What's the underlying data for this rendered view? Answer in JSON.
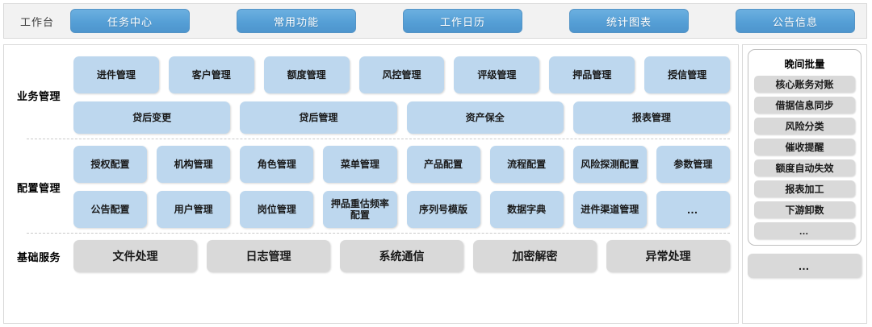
{
  "topbar": {
    "workbench_label": "工作台",
    "tabs": [
      {
        "label": "任务中心"
      },
      {
        "label": "常用功能"
      },
      {
        "label": "工作日历"
      },
      {
        "label": "统计图表"
      },
      {
        "label": "公告信息"
      }
    ],
    "background": "#f2f2f2",
    "tab_color": "#559fd6"
  },
  "sections": [
    {
      "label": "业务管理",
      "rows": [
        {
          "tiles": [
            {
              "label": "进件管理"
            },
            {
              "label": "客户管理"
            },
            {
              "label": "额度管理"
            },
            {
              "label": "风控管理"
            },
            {
              "label": "评级管理"
            },
            {
              "label": "押品管理"
            },
            {
              "label": "授信管理"
            }
          ]
        },
        {
          "tiles": [
            {
              "label": "贷后变更"
            },
            {
              "label": "贷后管理"
            },
            {
              "label": "资产保全"
            },
            {
              "label": "报表管理"
            }
          ]
        }
      ]
    },
    {
      "label": "配置管理",
      "rows": [
        {
          "tiles": [
            {
              "label": "授权配置"
            },
            {
              "label": "机构管理"
            },
            {
              "label": "角色管理"
            },
            {
              "label": "菜单管理"
            },
            {
              "label": "产品配置"
            },
            {
              "label": "流程配置"
            },
            {
              "label": "风险探测配置"
            },
            {
              "label": "参数管理"
            }
          ]
        },
        {
          "tiles": [
            {
              "label": "公告配置"
            },
            {
              "label": "用户管理"
            },
            {
              "label": "岗位管理"
            },
            {
              "label": "押品重估频率配置"
            },
            {
              "label": "序列号模版"
            },
            {
              "label": "数据字典"
            },
            {
              "label": "进件渠道管理"
            },
            {
              "label": "…"
            }
          ]
        }
      ]
    },
    {
      "label": "基础服务",
      "rows": [
        {
          "tiles": [
            {
              "label": "文件处理"
            },
            {
              "label": "日志管理"
            },
            {
              "label": "系统通信"
            },
            {
              "label": "加密解密"
            },
            {
              "label": "异常处理"
            }
          ]
        }
      ]
    }
  ],
  "right_panel": {
    "card_title": "晚间批量",
    "items": [
      {
        "label": "核心账务对账"
      },
      {
        "label": "借据信息同步"
      },
      {
        "label": "风险分类"
      },
      {
        "label": "催收提醒"
      },
      {
        "label": "额度自动失效"
      },
      {
        "label": "报表加工"
      },
      {
        "label": "下游卸数"
      },
      {
        "label": "…"
      }
    ],
    "bottom_dots": "…"
  },
  "colors": {
    "tile_blue": "#bdd7ee",
    "tile_gray": "#d9d9d9",
    "frame_border": "#d9d9d9",
    "topbar_bg": "#f2f2f2"
  }
}
